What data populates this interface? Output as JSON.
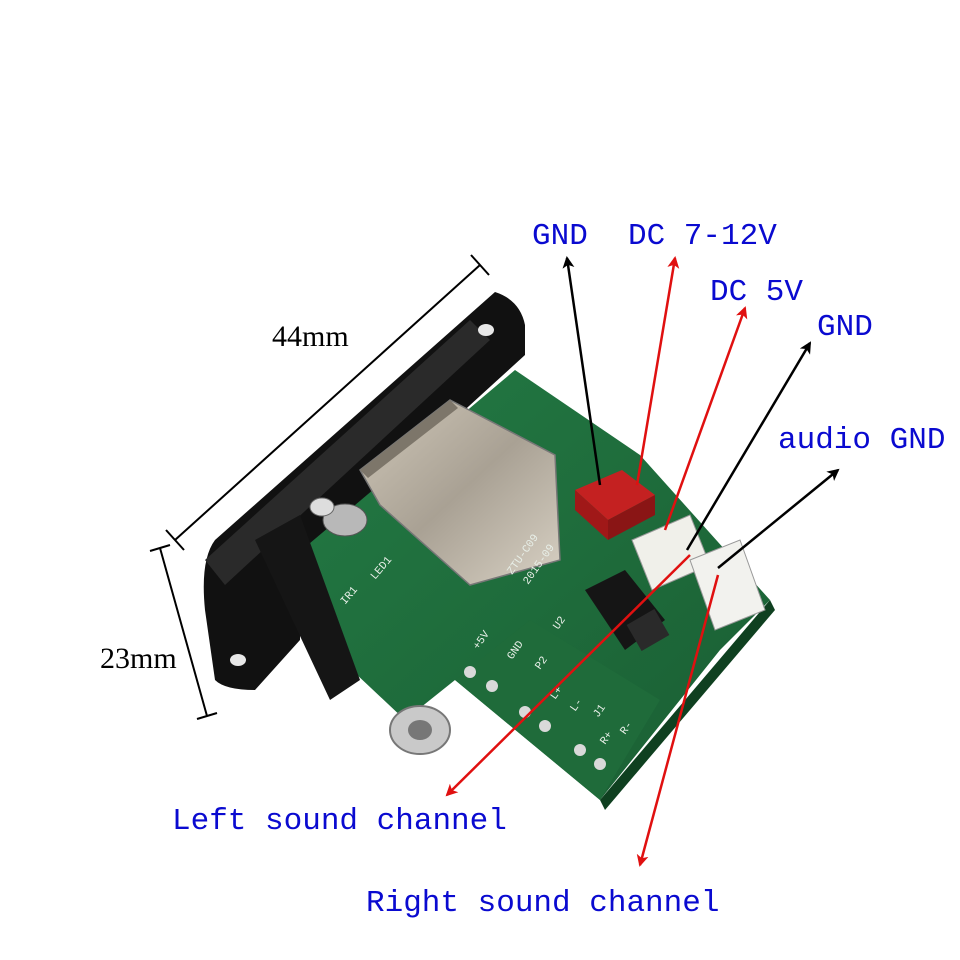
{
  "dimensions": {
    "width": "44mm",
    "height": "23mm"
  },
  "labels": {
    "gnd_top": "GND",
    "dc_7_12v": "DC 7-12V",
    "dc_5v": "DC 5V",
    "gnd_right": "GND",
    "audio_gnd": "audio GND",
    "left_channel": "Left sound channel",
    "right_channel": "Right sound channel"
  },
  "silkscreen": {
    "board_id": "ZTU-C09",
    "date": "2015-09",
    "led": "LED1",
    "ir": "IR1",
    "plus_5v": "+5V",
    "gnd": "GND",
    "p2": "P2",
    "u2": "U2",
    "j1": "J1",
    "l_plus": "L+",
    "l_minus": "L-",
    "r_plus": "R+",
    "r_minus": "R-"
  },
  "colors": {
    "label_text": "#0a0ad0",
    "arrow_red": "#e01010",
    "arrow_black": "#000000",
    "pcb_green": "#1f6b3a",
    "faceplate": "#111111"
  }
}
